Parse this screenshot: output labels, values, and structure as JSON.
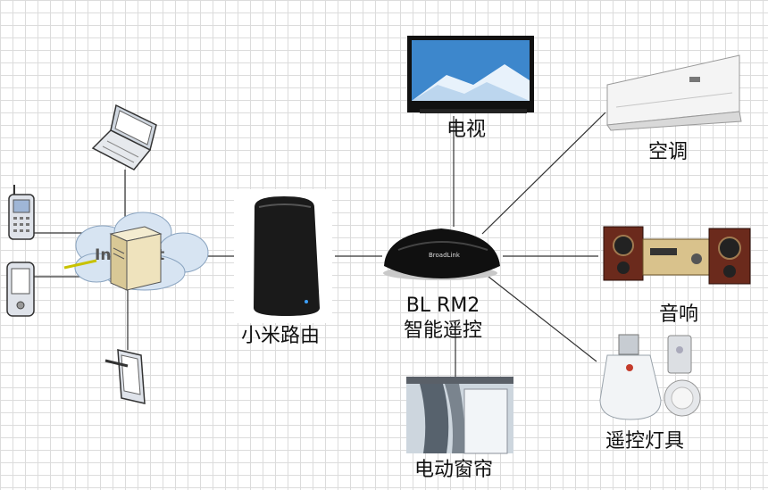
{
  "hub": {
    "label_line1": "BL  RM2",
    "label_line2": "智能遥控",
    "brand": "BroadLink"
  },
  "router": {
    "label": "小米路由"
  },
  "internet": {
    "label": "Internet"
  },
  "devices": {
    "tv": "电视",
    "ac": "空调",
    "speaker": "音响",
    "lamp": "遥控灯具",
    "curtain": "电动窗帘"
  },
  "colors": {
    "line": "#333333",
    "cloud": "#d7e4f2",
    "router_body": "#1a1a1a",
    "hub_body": "#101010",
    "speaker_wood": "#6b2a1c"
  }
}
